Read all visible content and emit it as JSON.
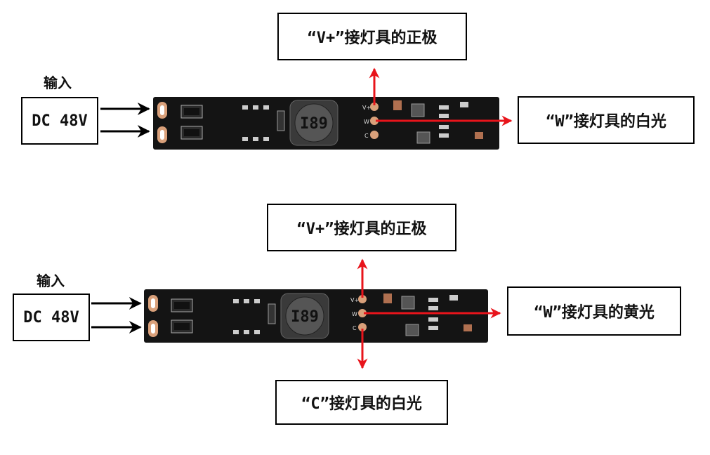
{
  "diagram_top": {
    "input_caption": "输入",
    "input_box": "DC 48V",
    "label_vplus": "“V+”接灯具的正极",
    "label_w": "“W”接灯具的白光",
    "pcb_marking_inductor": "I89",
    "pad_vplus": "V+",
    "pad_w": "W",
    "pad_c": "C"
  },
  "diagram_bottom": {
    "input_caption": "输入",
    "input_box": "DC 48V",
    "label_vplus": "“V+”接灯具的正极",
    "label_w": "“W”接灯具的黄光",
    "label_c": "“C”接灯具的白光",
    "pcb_marking_inductor": "I89",
    "pad_vplus": "V+",
    "pad_w": "W",
    "pad_c": "C"
  },
  "colors": {
    "arrow_red": "#e8141b",
    "arrow_black": "#000000",
    "pcb": "#141414",
    "pad_copper": "#d9a07a"
  }
}
